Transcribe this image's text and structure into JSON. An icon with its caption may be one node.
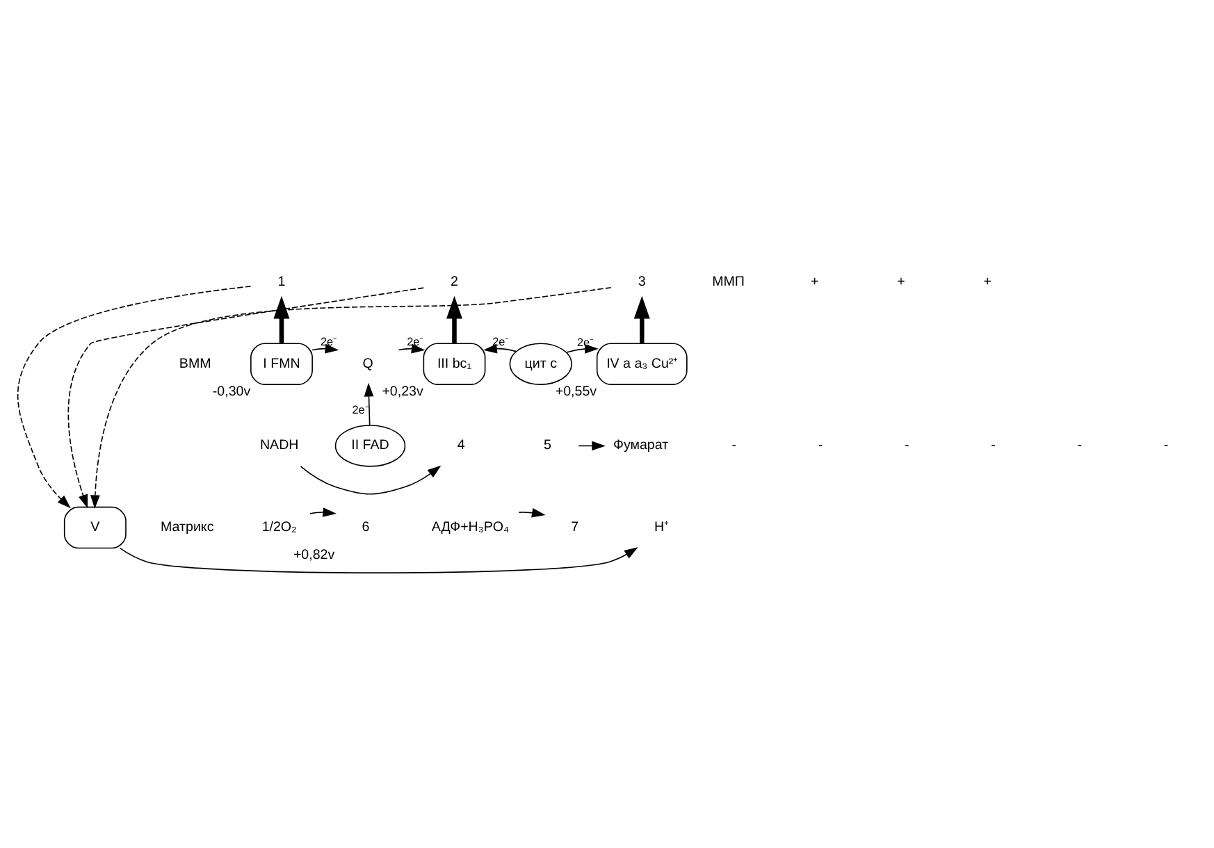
{
  "diagram": {
    "nodes": [
      {
        "text": [
          "I FMN"
        ],
        "beside": [
          "-0,30v"
        ]
      },
      {
        "text": [
          "Q"
        ]
      },
      {
        "text": [
          "II FAD"
        ]
      },
      {
        "text": [
          "III bc₁"
        ],
        "beside": [
          "+0,23v"
        ]
      },
      {
        "text": [
          "цит с"
        ]
      },
      {
        "text": [
          "IV a a₃ Cu²⁺"
        ],
        "beside": [
          "+0,55v"
        ]
      },
      {
        "text": [
          "V"
        ]
      },
      {
        "text": [
          "1"
        ]
      },
      {
        "text": [
          "2"
        ]
      },
      {
        "text": [
          "3"
        ]
      },
      {
        "text": [
          "NADH"
        ]
      },
      {
        "text": [
          "4"
        ]
      },
      {
        "text": [
          "5"
        ]
      },
      {
        "text": [
          "Фумарат"
        ]
      },
      {
        "text": [
          "1/2O₂"
        ]
      },
      {
        "text": [
          "6"
        ],
        "beside": [
          "+0,82v"
        ]
      },
      {
        "text": [
          "АДФ+H₃PO₄"
        ]
      },
      {
        "text": [
          "7"
        ]
      },
      {
        "text": [
          "H⁺"
        ]
      }
    ],
    "edges": [
      {
        "from": 0,
        "to": 7,
        "arrow": "to",
        "style": "thick"
      },
      {
        "from": 3,
        "to": 8,
        "arrow": "to",
        "style": "thick"
      },
      {
        "from": 5,
        "to": 9,
        "arrow": "to",
        "style": "thick"
      },
      {
        "from": 7,
        "to": 6,
        "arrow": "to",
        "style": "dashed"
      },
      {
        "from": 8,
        "to": 6,
        "arrow": "to",
        "style": "dashed"
      },
      {
        "from": 9,
        "to": 6,
        "arrow": "to",
        "style": "dashed"
      },
      {
        "from": 0,
        "to": 1,
        "arrow": "to",
        "label": "2e⁻"
      },
      {
        "from": 2,
        "to": 1,
        "arrow": "to",
        "label": "2e⁻"
      },
      {
        "from": 1,
        "to": 3,
        "arrow": "to",
        "label": "2e⁻"
      },
      {
        "from": 4,
        "to": 3,
        "arrow": "to",
        "label": "2e⁻"
      },
      {
        "from": 4,
        "to": 5,
        "arrow": "to",
        "label": "2e⁻"
      },
      {
        "from": 10,
        "to": 11,
        "arrow": "to"
      },
      {
        "from": 12,
        "to": 13,
        "arrow": "to"
      },
      {
        "from": 14,
        "to": 15,
        "arrow": "to"
      },
      {
        "from": 16,
        "to": 17,
        "arrow": "to"
      },
      {
        "from": 6,
        "to": 18,
        "arrow": "to"
      }
    ],
    "labels": [
      "ММП",
      "ВММ",
      "Матрикс",
      "+",
      "+",
      "+",
      "-",
      "-",
      "-",
      "-",
      "-",
      "-"
    ]
  }
}
